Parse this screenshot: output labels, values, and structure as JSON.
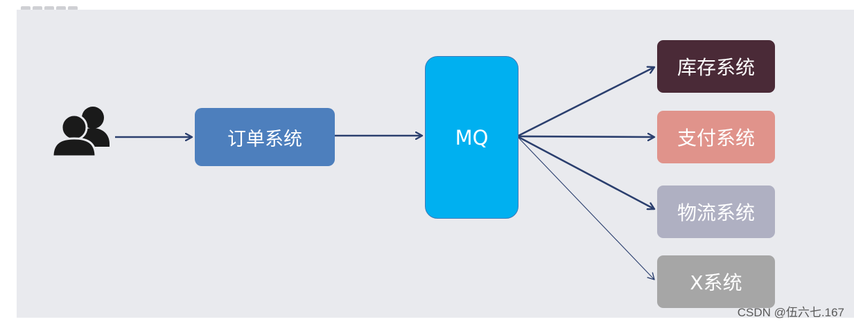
{
  "colors": {
    "background": "#e9eaee",
    "arrow": "#2b3f6e",
    "order": "#4d7fbd",
    "mq": "#00b0f0",
    "inventory": "#4a2a37",
    "payment": "#e0938b",
    "logistics": "#afb0c2",
    "x_system": "#a6a6a6"
  },
  "icons": {
    "users": "users-icon"
  },
  "nodes": {
    "order": "订单系统",
    "mq": "MQ",
    "inventory": "库存系统",
    "payment": "支付系统",
    "logistics": "物流系统",
    "x_system": "X系统"
  },
  "watermark": "CSDN @伍六七.167"
}
